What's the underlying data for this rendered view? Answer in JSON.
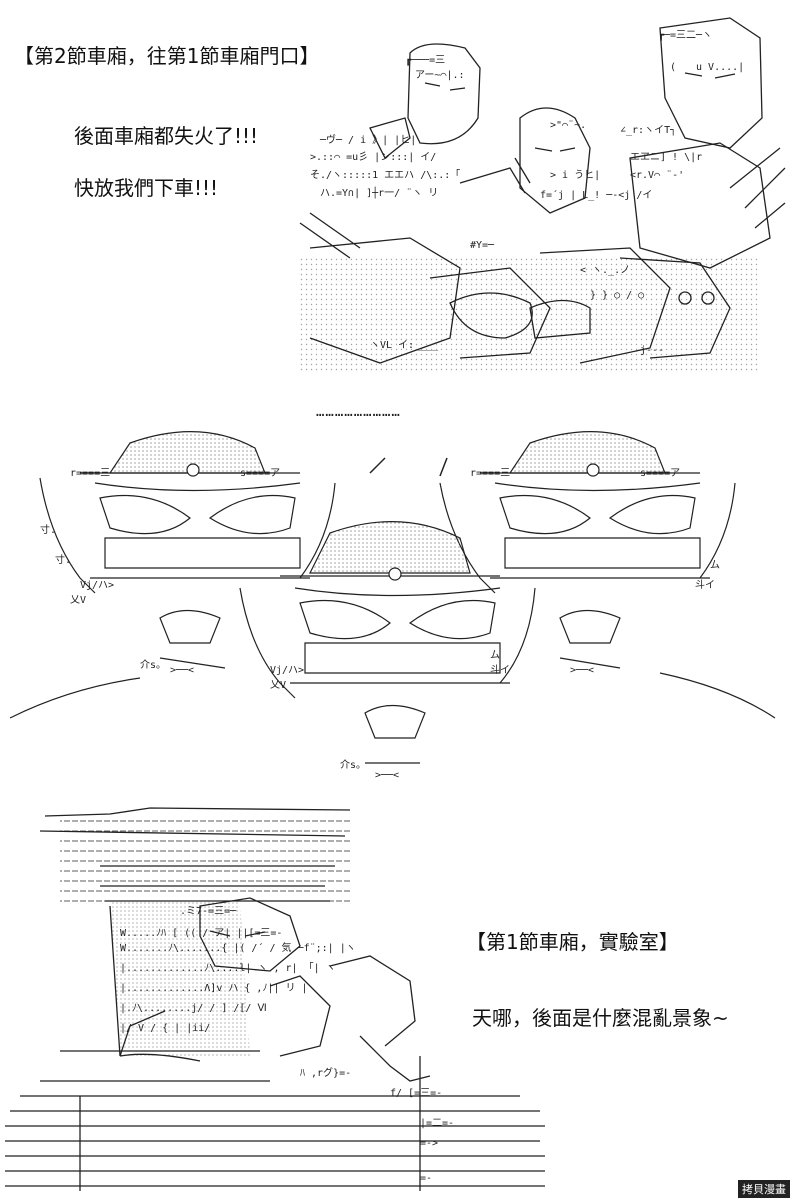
{
  "panel1": {
    "caption": "【第2節車廂，往第1節車廂門口】",
    "speech_line1": "後面車廂都失火了!!!",
    "speech_line2": "快放我們下車!!!"
  },
  "panel2": {
    "ellipsis": "………………………"
  },
  "panel3": {
    "caption": "【第1節車廂，實驗室】",
    "speech": "天哪，後面是什麼混亂景象~"
  },
  "watermark": {
    "label": "拷貝漫畫"
  },
  "icons": {
    "crowd_art": "crowd-ascii-art-icon",
    "masked_faces_art": "masked-faces-ascii-art-icon",
    "scientist_art": "scientist-ascii-art-icon"
  }
}
